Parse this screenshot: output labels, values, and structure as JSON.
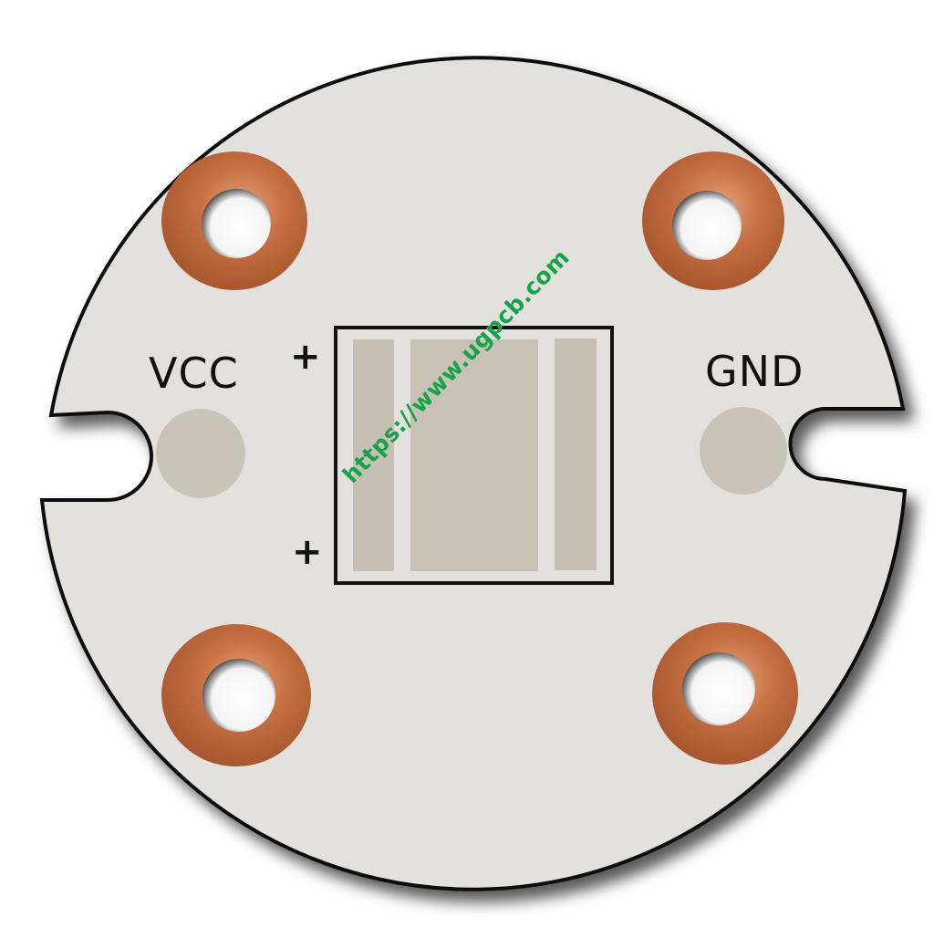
{
  "image": {
    "subject": "Round white aluminum LED PCB board",
    "background_color": "#ffffff",
    "board_color": "#e2e1dd",
    "outline_color": "#111111",
    "copper_color": "#c26a3c",
    "pad_color": "#c9c4b8"
  },
  "labels": {
    "vcc": "VCC",
    "gnd": "GND",
    "plus_top": "+",
    "plus_bottom": "+"
  },
  "watermark": {
    "text": "https://www.ugpcb.com",
    "color": "#17a34a"
  },
  "mounting_holes": [
    {
      "position": "top-left"
    },
    {
      "position": "top-right"
    },
    {
      "position": "bottom-left"
    },
    {
      "position": "bottom-right"
    }
  ],
  "pads": [
    {
      "name": "vcc-pad",
      "shape": "circle"
    },
    {
      "name": "gnd-pad",
      "shape": "circle"
    },
    {
      "name": "left-strip-pad",
      "shape": "rect"
    },
    {
      "name": "center-thermal-pad",
      "shape": "rect"
    },
    {
      "name": "right-strip-pad",
      "shape": "rect"
    }
  ]
}
